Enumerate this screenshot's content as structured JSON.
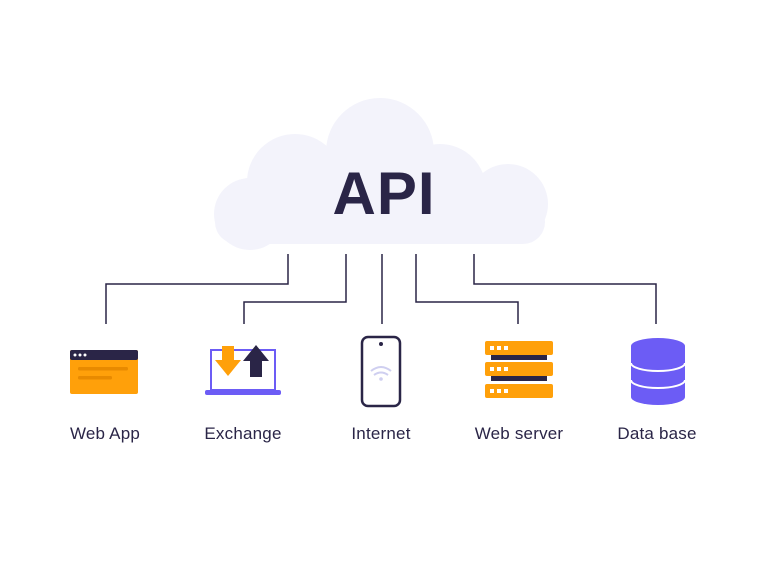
{
  "cloud": {
    "title": "API",
    "fill": "#f3f3fb"
  },
  "nodes": [
    {
      "label": "Web App",
      "icon": "browser-window-icon"
    },
    {
      "label": "Exchange",
      "icon": "laptop-transfer-icon"
    },
    {
      "label": "Internet",
      "icon": "phone-wifi-icon"
    },
    {
      "label": "Web server",
      "icon": "server-stack-icon"
    },
    {
      "label": "Data base",
      "icon": "database-icon"
    }
  ],
  "colors": {
    "navy": "#2a2547",
    "orange": "#ffa00a",
    "purple": "#6c5cf5",
    "connector": "#2a2547"
  }
}
